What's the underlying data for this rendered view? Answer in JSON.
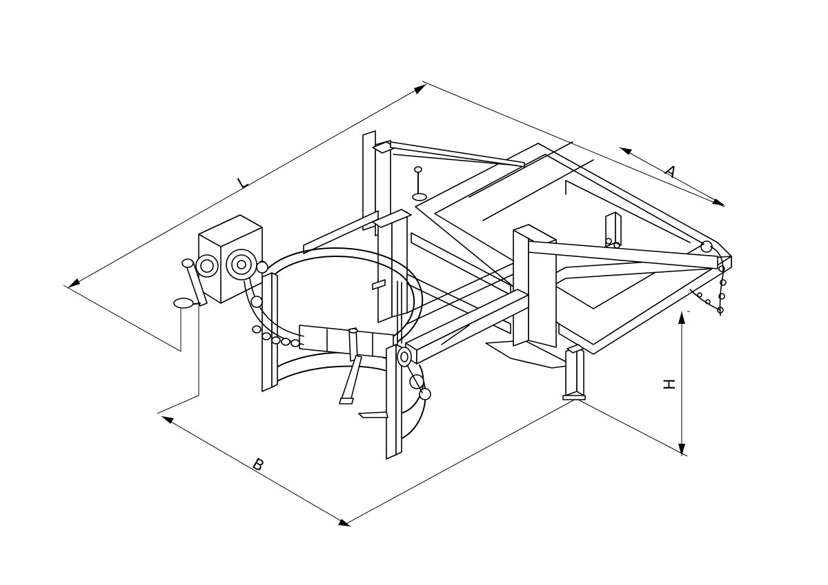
{
  "dimensions": {
    "length_label": "L",
    "width_label": "B",
    "depth_label": "A",
    "height_label": "H"
  }
}
